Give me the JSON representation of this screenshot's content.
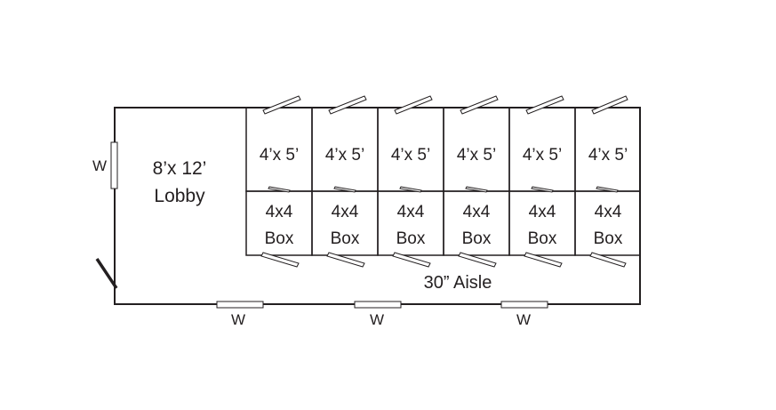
{
  "lobby": {
    "line1": "8’x 12’",
    "line2": "Lobby"
  },
  "booths": [
    {
      "size": "4’x 5’",
      "box_line1": "4x4",
      "box_line2": "Box"
    },
    {
      "size": "4’x 5’",
      "box_line1": "4x4",
      "box_line2": "Box"
    },
    {
      "size": "4’x 5’",
      "box_line1": "4x4",
      "box_line2": "Box"
    },
    {
      "size": "4’x 5’",
      "box_line1": "4x4",
      "box_line2": "Box"
    },
    {
      "size": "4’x 5’",
      "box_line1": "4x4",
      "box_line2": "Box"
    },
    {
      "size": "4’x 5’",
      "box_line1": "4x4",
      "box_line2": "Box"
    }
  ],
  "aisle": "30” Aisle",
  "windows": {
    "left": "W",
    "bottom": [
      "W",
      "W",
      "W"
    ]
  }
}
